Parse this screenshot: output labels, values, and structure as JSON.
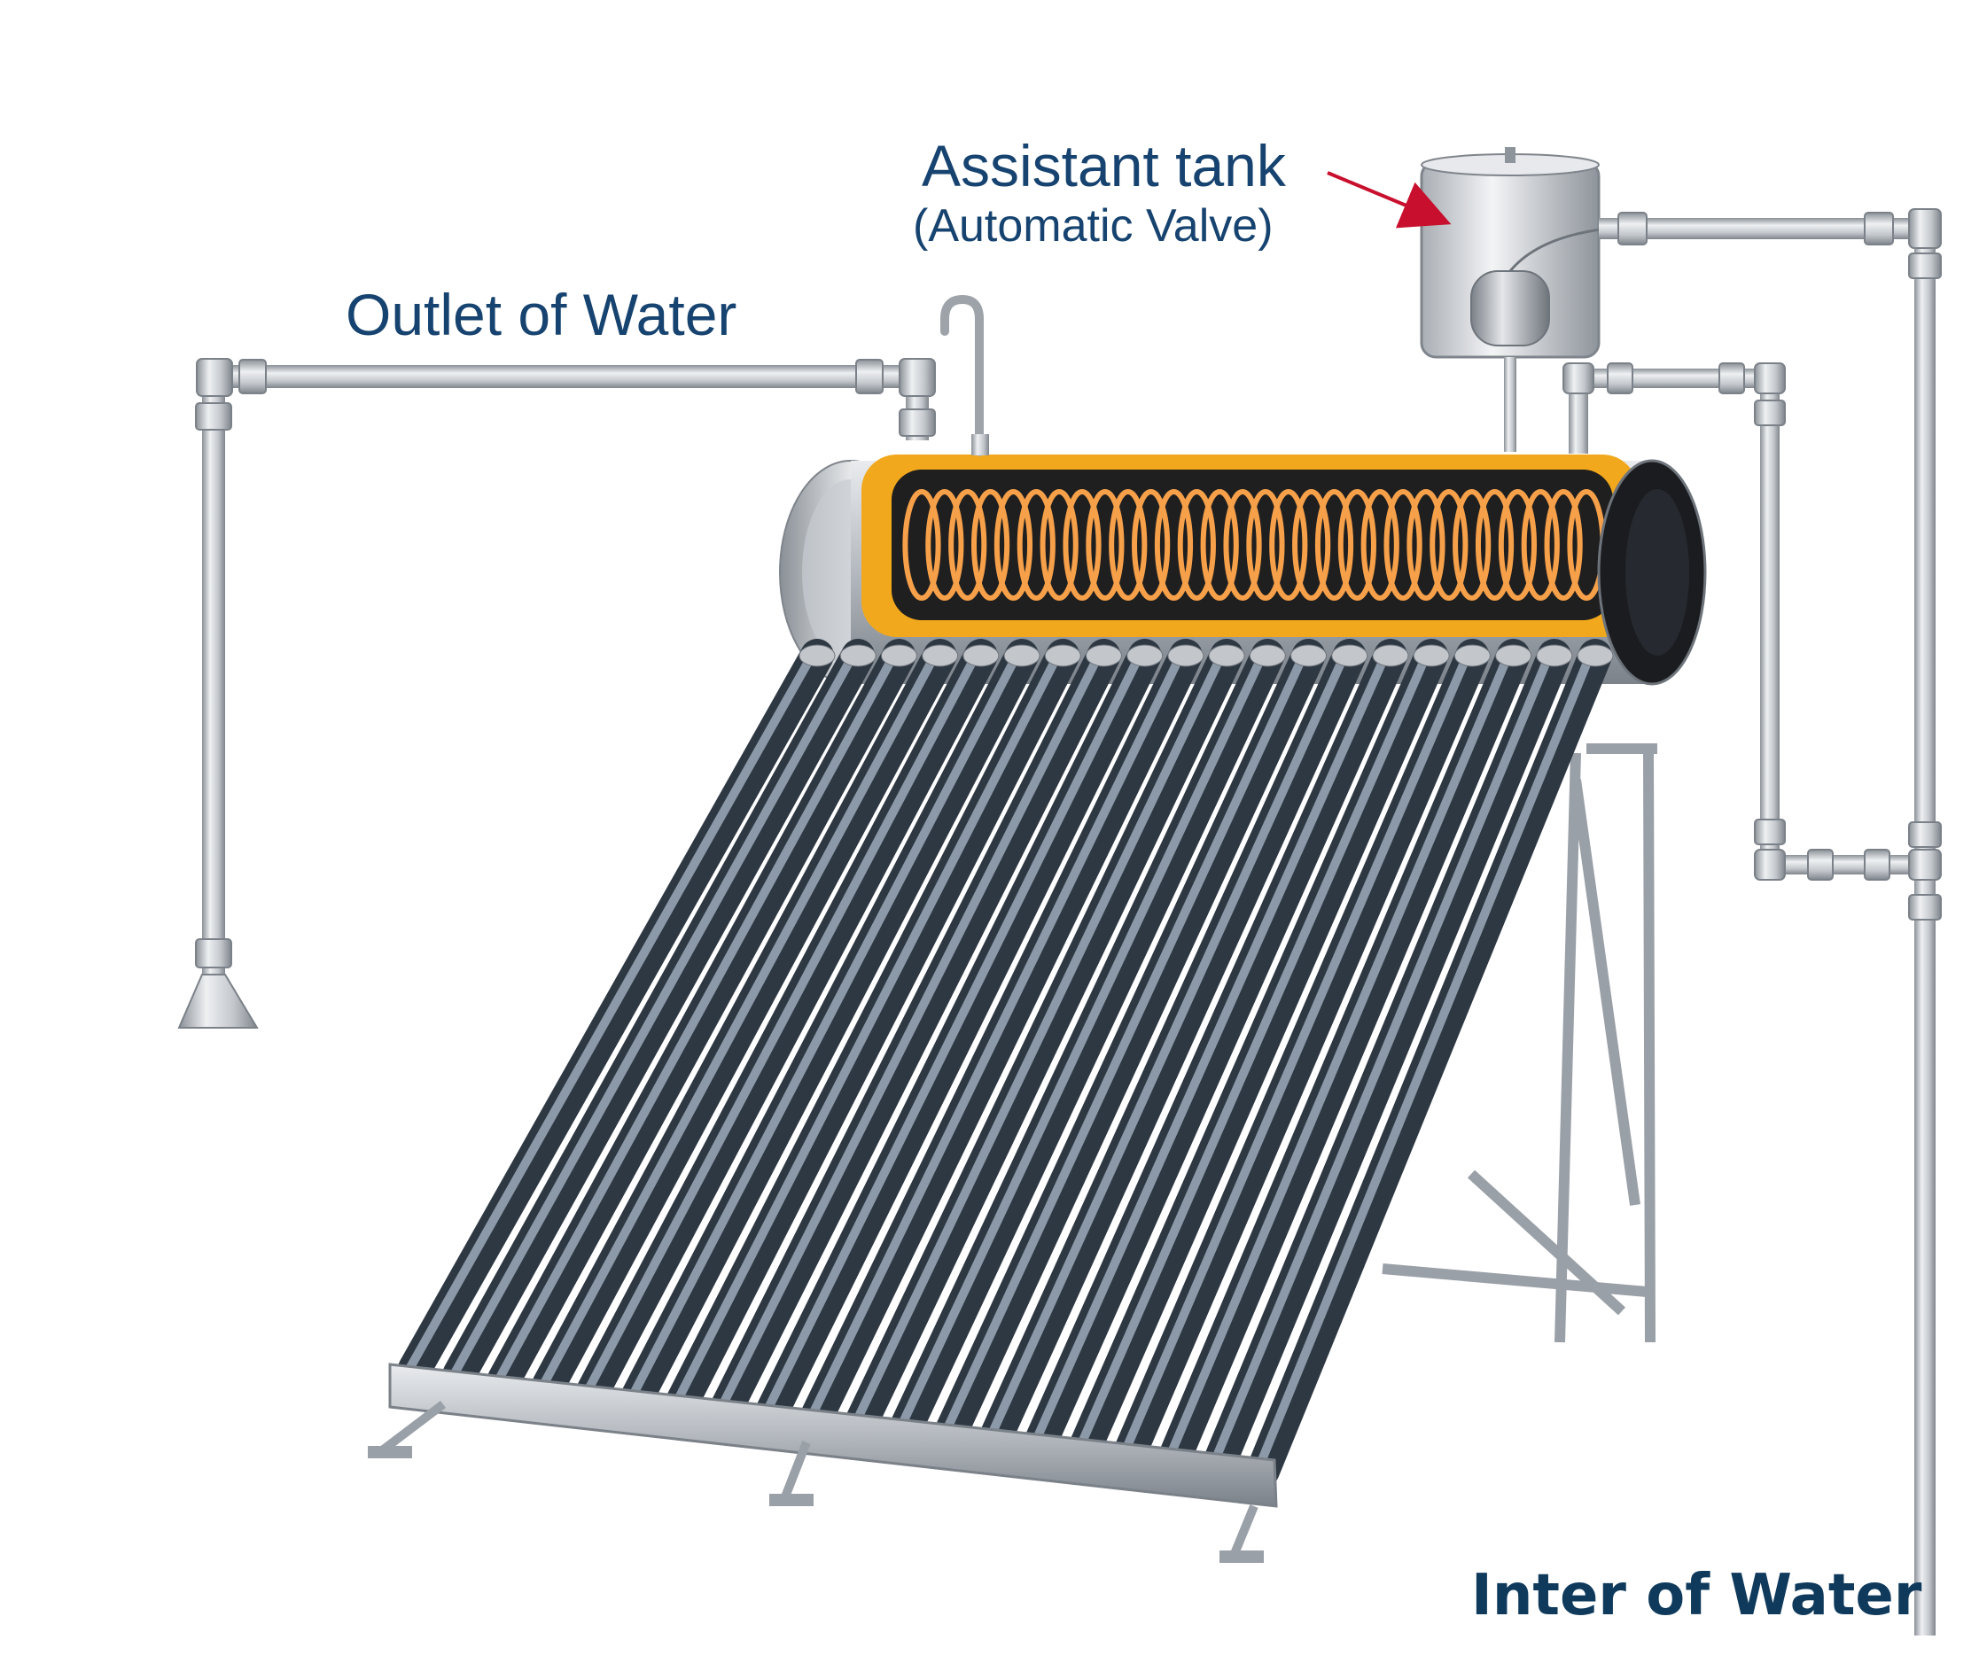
{
  "labels": {
    "outlet": "Outlet of Water",
    "assistant_tank": "Assistant tank",
    "automatic_valve": "(Automatic Valve)",
    "inlet": "Inter of Water"
  },
  "colors": {
    "label_blue": "#16436f",
    "inlet_label": "#0f3a5c",
    "callout_arrow": "#c8102e",
    "tank_band": "#f2a81c",
    "tank_coil": "#f6a04a",
    "tank_core": "#1f1f1f",
    "vacuum_tube": "#5b6a7a",
    "steel": "#b9bec4"
  },
  "components": {
    "vacuum_tubes": 20,
    "coil_loops": 30
  },
  "icons": {
    "outlet_funnel": "funnel-icon",
    "vent_pipe": "vent-pipe-icon",
    "assistant_tank": "tank-icon"
  }
}
